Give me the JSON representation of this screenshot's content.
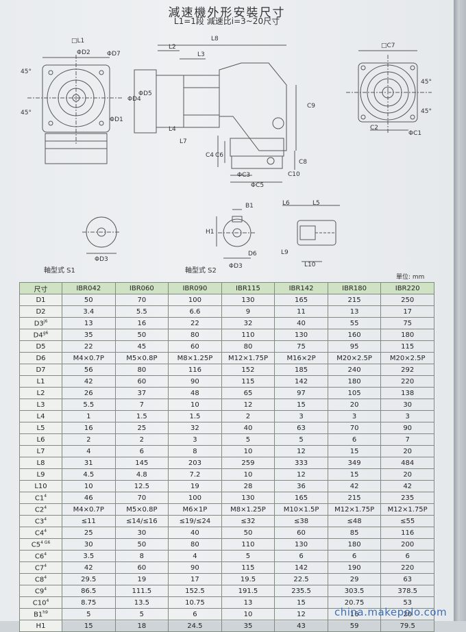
{
  "title": "減速機外形安裝尺寸",
  "subtitle": "L1=1段 減速比i=3~20尺寸",
  "unit": "單位: mm",
  "watermark": "china.makepolo.com",
  "drawing_labels": {
    "front": {
      "L1": "□L1",
      "D2": "ΦD2",
      "D7": "ΦD7",
      "D1": "ΦD1",
      "a1": "45°",
      "a2": "45°"
    },
    "side": {
      "L8": "L8",
      "L2": "L2",
      "L3": "L3",
      "D4": "ΦD4",
      "D5": "ΦD5",
      "L4": "L4",
      "L7": "L7",
      "C9": "C9",
      "C4": "C4",
      "C6": "C6",
      "C3": "ΦC3",
      "C5": "ΦC5",
      "C8": "C8",
      "C10": "C10"
    },
    "rear": {
      "C7": "□C7",
      "C2": "C2",
      "C1": "ΦC1",
      "a1": "45°",
      "a2": "45°"
    },
    "s1": {
      "D3": "ΦD3",
      "caption": "軸型式 S1"
    },
    "s2": {
      "B1": "B1",
      "H1": "H1",
      "D6": "D6",
      "D3": "ΦD3",
      "caption": "軸型式 S2"
    },
    "detail": {
      "L6": "L6",
      "L5": "L5",
      "L9": "L9",
      "L10": "L10"
    }
  },
  "table": {
    "headers": [
      "尺寸",
      "IBR042",
      "IBR060",
      "IBR090",
      "IBR115",
      "IBR142",
      "IBR180",
      "IBR220"
    ],
    "rows": [
      {
        "key": "D1",
        "sub": "",
        "values": [
          "50",
          "70",
          "100",
          "130",
          "165",
          "215",
          "250"
        ]
      },
      {
        "key": "D2",
        "sub": "",
        "values": [
          "3.4",
          "5.5",
          "6.6",
          "9",
          "11",
          "13",
          "17"
        ]
      },
      {
        "key": "D3",
        "sub": "j6",
        "values": [
          "13",
          "16",
          "22",
          "32",
          "40",
          "55",
          "75"
        ]
      },
      {
        "key": "D4",
        "sub": "g6",
        "values": [
          "35",
          "50",
          "80",
          "110",
          "130",
          "160",
          "180"
        ]
      },
      {
        "key": "D5",
        "sub": "",
        "values": [
          "22",
          "45",
          "60",
          "80",
          "75",
          "95",
          "115"
        ]
      },
      {
        "key": "D6",
        "sub": "",
        "values": [
          "M4×0.7P",
          "M5×0.8P",
          "M8×1.25P",
          "M12×1.75P",
          "M16×2P",
          "M20×2.5P",
          "M20×2.5P"
        ]
      },
      {
        "key": "D7",
        "sub": "",
        "values": [
          "56",
          "80",
          "116",
          "152",
          "185",
          "240",
          "292"
        ]
      },
      {
        "key": "L1",
        "sub": "",
        "values": [
          "42",
          "60",
          "90",
          "115",
          "142",
          "180",
          "220"
        ]
      },
      {
        "key": "L2",
        "sub": "",
        "values": [
          "26",
          "37",
          "48",
          "65",
          "97",
          "105",
          "138"
        ]
      },
      {
        "key": "L3",
        "sub": "",
        "values": [
          "5.5",
          "7",
          "10",
          "12",
          "15",
          "20",
          "30"
        ]
      },
      {
        "key": "L4",
        "sub": "",
        "values": [
          "1",
          "1.5",
          "1.5",
          "2",
          "3",
          "3",
          "3"
        ]
      },
      {
        "key": "L5",
        "sub": "",
        "values": [
          "16",
          "25",
          "32",
          "40",
          "63",
          "70",
          "90"
        ]
      },
      {
        "key": "L6",
        "sub": "",
        "values": [
          "2",
          "2",
          "3",
          "5",
          "5",
          "6",
          "7"
        ]
      },
      {
        "key": "L7",
        "sub": "",
        "values": [
          "4",
          "6",
          "8",
          "10",
          "12",
          "15",
          "20"
        ]
      },
      {
        "key": "L8",
        "sub": "",
        "values": [
          "31",
          "145",
          "203",
          "259",
          "333",
          "349",
          "484"
        ]
      },
      {
        "key": "L9",
        "sub": "",
        "values": [
          "4.5",
          "4.8",
          "7.2",
          "10",
          "12",
          "15",
          "20"
        ]
      },
      {
        "key": "L10",
        "sub": "",
        "values": [
          "10",
          "12.5",
          "19",
          "28",
          "36",
          "42",
          "42"
        ]
      },
      {
        "key": "C1",
        "sub": "4",
        "values": [
          "46",
          "70",
          "100",
          "130",
          "165",
          "215",
          "235"
        ]
      },
      {
        "key": "C2",
        "sub": "4",
        "values": [
          "M4×0.7P",
          "M5×0.8P",
          "M6×1P",
          "M8×1.25P",
          "M10×1.5P",
          "M12×1.75P",
          "M12×1.75P"
        ]
      },
      {
        "key": "C3",
        "sub": "4",
        "values": [
          "≤11",
          "≤14/≤16",
          "≤19/≤24",
          "≤32",
          "≤38",
          "≤48",
          "≤55"
        ]
      },
      {
        "key": "C4",
        "sub": "4",
        "values": [
          "25",
          "30",
          "40",
          "50",
          "60",
          "85",
          "116"
        ]
      },
      {
        "key": "C5",
        "sub": "4 G6",
        "values": [
          "30",
          "50",
          "80",
          "110",
          "130",
          "180",
          "200"
        ]
      },
      {
        "key": "C6",
        "sub": "4",
        "values": [
          "3.5",
          "8",
          "4",
          "5",
          "6",
          "6",
          "6"
        ]
      },
      {
        "key": "C7",
        "sub": "4",
        "values": [
          "42",
          "60",
          "90",
          "115",
          "142",
          "190",
          "220"
        ]
      },
      {
        "key": "C8",
        "sub": "4",
        "values": [
          "29.5",
          "19",
          "17",
          "19.5",
          "22.5",
          "29",
          "63"
        ]
      },
      {
        "key": "C9",
        "sub": "4",
        "values": [
          "86.5",
          "111.5",
          "152.5",
          "191.5",
          "235.5",
          "303.5",
          "378.5"
        ]
      },
      {
        "key": "C10",
        "sub": "4",
        "values": [
          "8.75",
          "13.5",
          "10.75",
          "13",
          "15",
          "20.75",
          "53"
        ]
      },
      {
        "key": "B1",
        "sub": "h9",
        "values": [
          "5",
          "5",
          "6",
          "10",
          "12",
          "16",
          "20"
        ]
      },
      {
        "key": "H1",
        "sub": "",
        "values": [
          "15",
          "18",
          "24.5",
          "35",
          "43",
          "59",
          "79.5"
        ]
      }
    ]
  }
}
